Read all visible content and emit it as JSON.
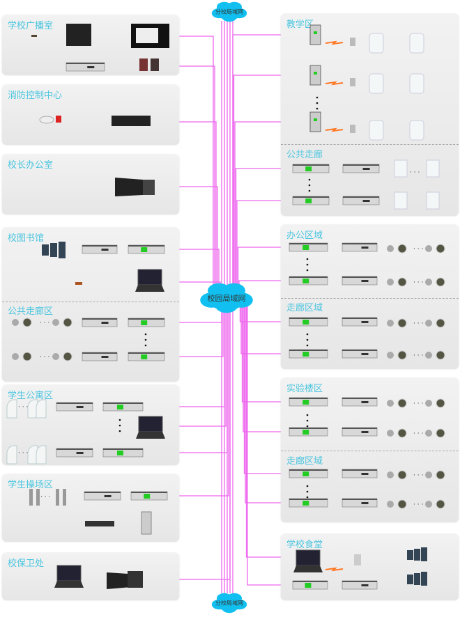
{
  "clouds": {
    "top": "分校局域网",
    "center": "校园局域网",
    "bottom": "分校局域网"
  },
  "left_panels": [
    {
      "title": "学校广播室"
    },
    {
      "title": "消防控制中心"
    },
    {
      "title": "校长办公室"
    },
    {
      "title": "校图书馆",
      "sub": "公共走廊区"
    },
    {
      "title": "学生公寓区"
    },
    {
      "title": "学生操场区"
    },
    {
      "title": "校保卫处"
    }
  ],
  "right_panels": [
    {
      "title": "教学区",
      "sub": "公共走廊"
    },
    {
      "title": "办公区域",
      "sub": "走廊区域"
    },
    {
      "title": "实验楼区",
      "sub": "走廊区域"
    },
    {
      "title": "学校食堂"
    }
  ],
  "colors": {
    "network_line": "#ee66ee",
    "audio_line": "#44dd66",
    "speaker_line": "#33c3e8",
    "alarm_line": "#ee2222",
    "cloud": "#11c0f0",
    "title": "#4cc6df"
  }
}
